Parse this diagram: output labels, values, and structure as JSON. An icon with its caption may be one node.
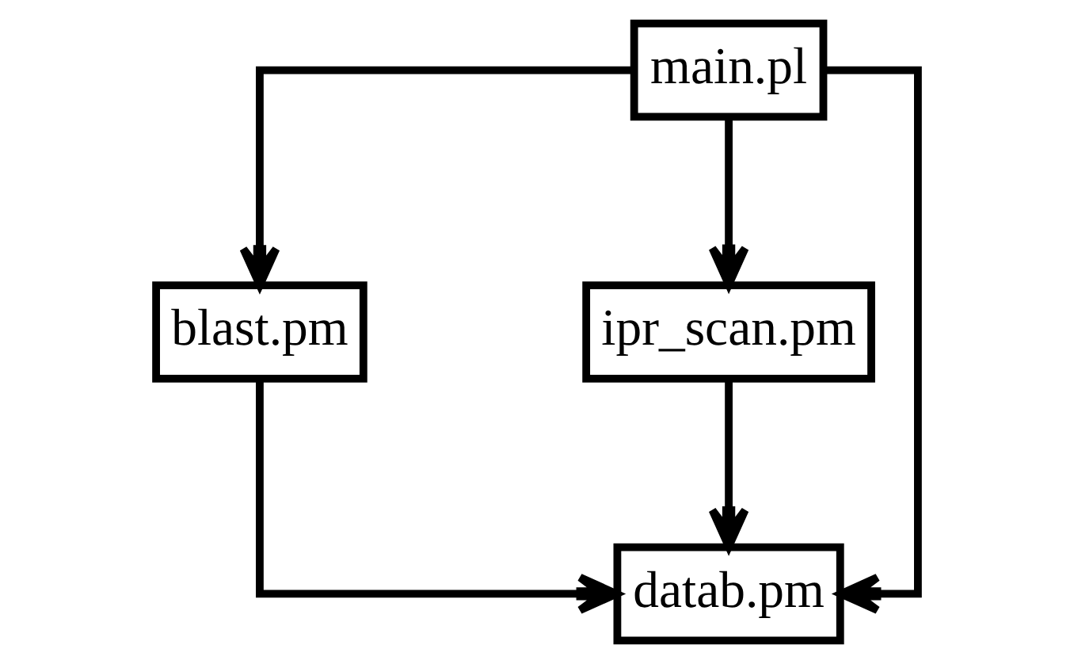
{
  "diagram": {
    "nodes": [
      {
        "text": [
          "main.pl"
        ]
      },
      {
        "text": [
          "blast.pm"
        ]
      },
      {
        "text": [
          "ipr_scan.pm"
        ]
      },
      {
        "text": [
          "datab.pm"
        ]
      }
    ],
    "edges": [
      {
        "from": 0,
        "to": 1,
        "arrow": "to"
      },
      {
        "from": 0,
        "to": 3,
        "arrow": "to"
      },
      {
        "from": 0,
        "to": 2,
        "arrow": "to"
      },
      {
        "from": 1,
        "to": 3,
        "arrow": "to"
      },
      {
        "from": 2,
        "to": 3,
        "arrow": "to"
      }
    ]
  }
}
